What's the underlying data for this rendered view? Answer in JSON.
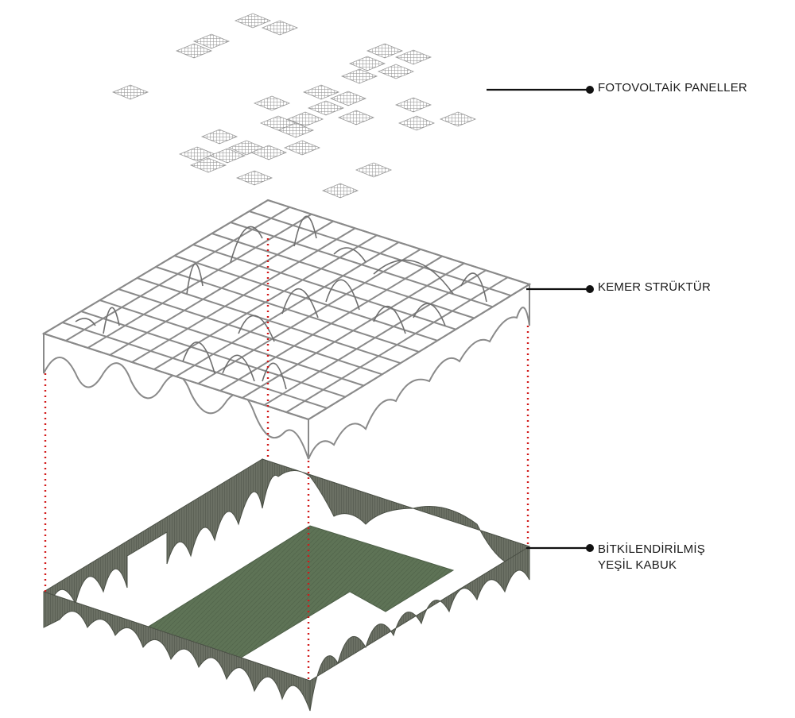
{
  "labels": {
    "pv_panels": "FOTOVOLTAİK PANELLER",
    "arch_structure": "KEMER STRÜKTÜR",
    "green_envelope_line1": "BİTKİLENDİRİLMİŞ",
    "green_envelope_line2": "YEŞİL KABUK"
  },
  "colors": {
    "panel": "#9a9a9a",
    "structure": "#8a8a8a",
    "wall": "#5f655b",
    "floor": "#5b6e52",
    "projection": "#d21a1a",
    "leader": "#111111"
  }
}
